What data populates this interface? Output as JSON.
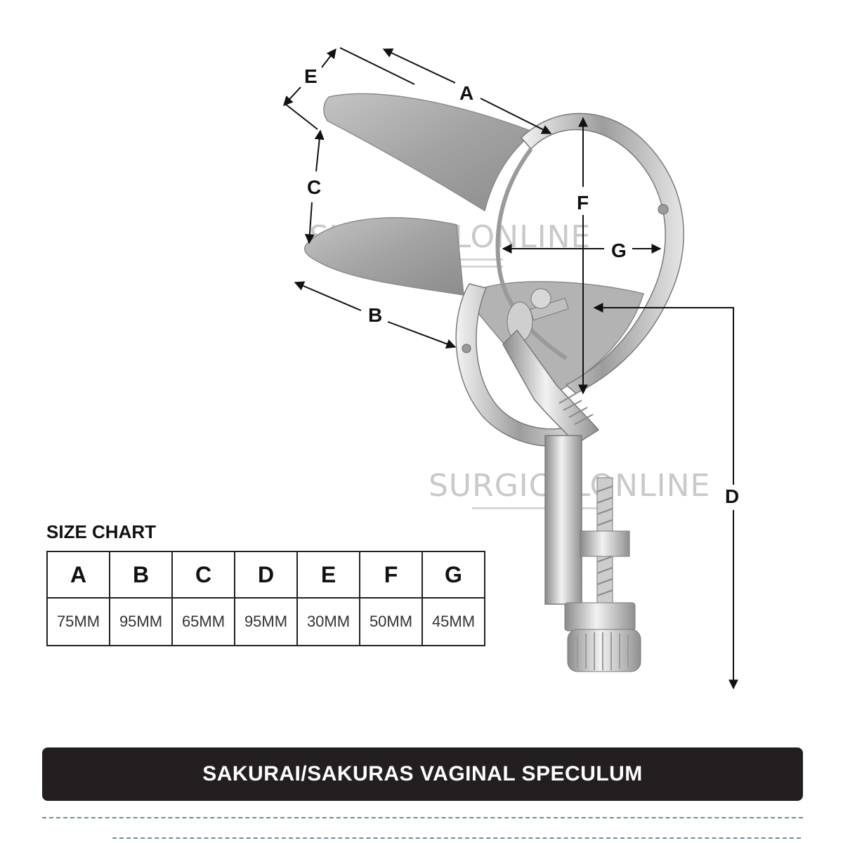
{
  "diagram": {
    "dimension_labels": [
      "A",
      "B",
      "C",
      "D",
      "E",
      "F",
      "G"
    ],
    "watermark_text": "SURGICALONLINE",
    "colors": {
      "metal_light": "#dcdcdc",
      "metal_mid": "#a9a9a9",
      "metal_dark": "#6e6e6e",
      "line": "#111111"
    }
  },
  "size_chart": {
    "heading": "SIZE CHART",
    "columns": [
      "A",
      "B",
      "C",
      "D",
      "E",
      "F",
      "G"
    ],
    "values": [
      "75MM",
      "95MM",
      "65MM",
      "95MM",
      "30MM",
      "50MM",
      "45MM"
    ]
  },
  "footer": {
    "title": "SAKURAI/SAKURAS VAGINAL SPECULUM",
    "colors": {
      "bar": "#231f20",
      "text": "#ffffff",
      "dash": "#6f8f9a"
    }
  }
}
